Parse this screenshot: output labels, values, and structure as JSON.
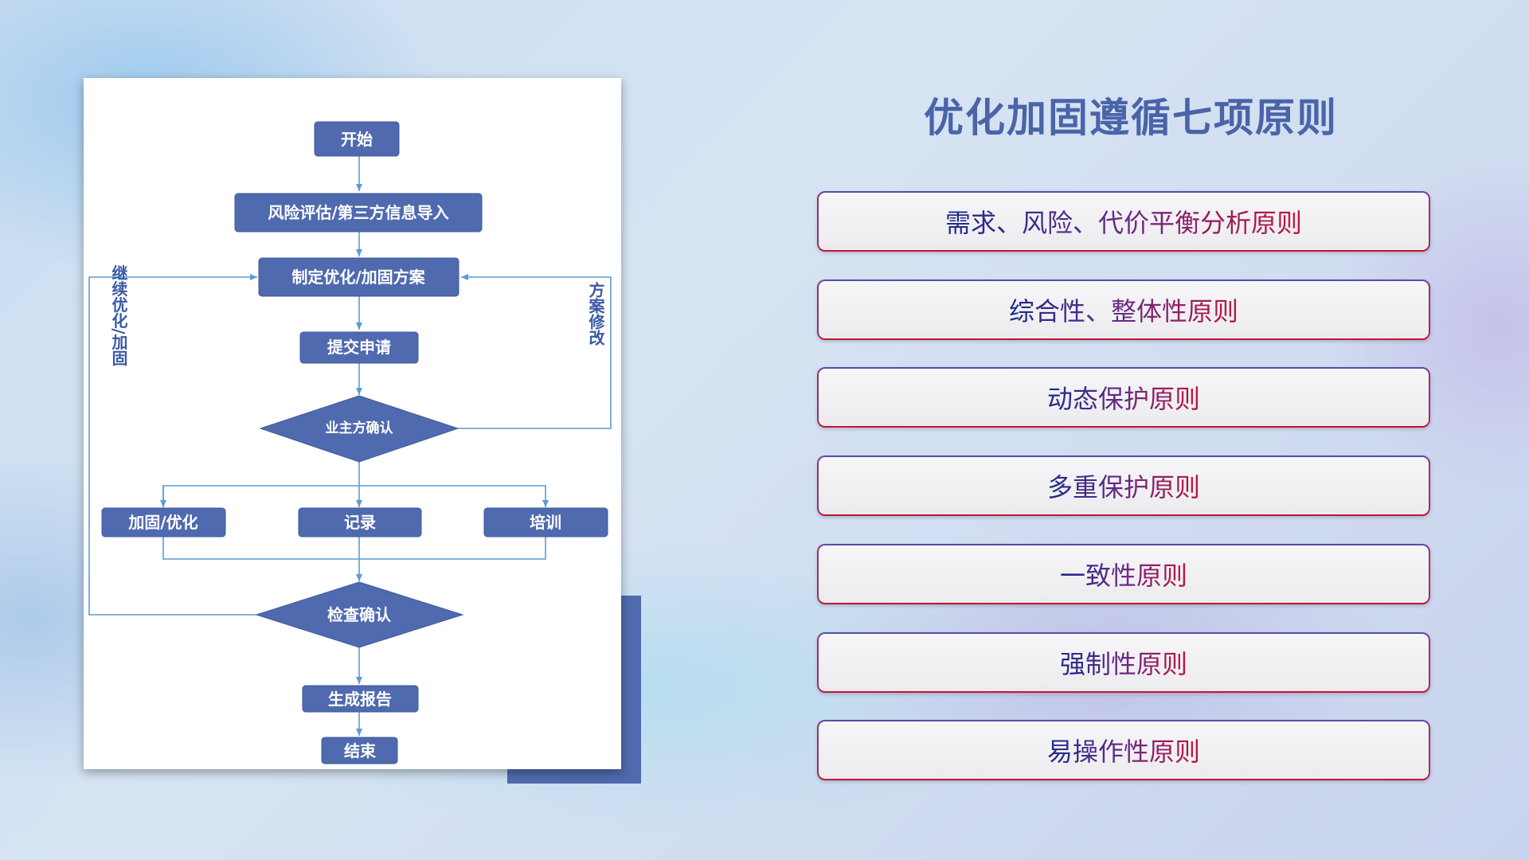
{
  "title": "优化加固遵循七项原则",
  "flowchart": {
    "nodes": {
      "start": "开始",
      "risk_assess": "风险评估/第三方信息导入",
      "make_plan": "制定优化/加固方案",
      "submit": "提交申请",
      "owner_confirm": "业主方确认",
      "harden": "加固/优化",
      "record": "记录",
      "training": "培训",
      "check_confirm": "检查确认",
      "report": "生成报告",
      "end": "结束"
    },
    "side_labels": {
      "continue": "继续优化/加固",
      "revise": "方案修改"
    }
  },
  "principles": [
    "需求、风险、代价平衡分析原则",
    "综合性、整体性原则",
    "动态保护原则",
    "多重保护原则",
    "一致性原则",
    "强制性原则",
    "易操作性原则"
  ],
  "colors": {
    "node_fill": "#4f6aae",
    "connector": "#5b9bd5",
    "title": "#4a64a8",
    "principle_gradient_start": "#1c2a8a",
    "principle_gradient_end": "#c0143c"
  }
}
